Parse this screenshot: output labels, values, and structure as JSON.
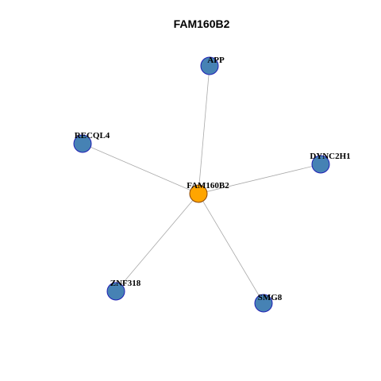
{
  "title": "FAM160B2",
  "colors": {
    "center_fill": "#FFA500",
    "center_stroke": "#8B4500",
    "neighbor_fill": "#4682B4",
    "neighbor_stroke": "#1F1FB4",
    "edge": "#A9A9A9"
  },
  "graph": {
    "center": "FAM160B2",
    "nodes": [
      {
        "id": "FAM160B2",
        "label": "FAM160B2",
        "role": "center"
      },
      {
        "id": "APP",
        "label": "APP",
        "role": "neighbor"
      },
      {
        "id": "RECQL4",
        "label": "RECQL4",
        "role": "neighbor"
      },
      {
        "id": "DYNC2H1",
        "label": "DYNC2H1",
        "role": "neighbor"
      },
      {
        "id": "ZNF318",
        "label": "ZNF318",
        "role": "neighbor"
      },
      {
        "id": "SMG8",
        "label": "SMG8",
        "role": "neighbor"
      }
    ],
    "edges": [
      {
        "source": "FAM160B2",
        "target": "APP"
      },
      {
        "source": "FAM160B2",
        "target": "RECQL4"
      },
      {
        "source": "FAM160B2",
        "target": "DYNC2H1"
      },
      {
        "source": "FAM160B2",
        "target": "ZNF318"
      },
      {
        "source": "FAM160B2",
        "target": "SMG8"
      }
    ]
  }
}
